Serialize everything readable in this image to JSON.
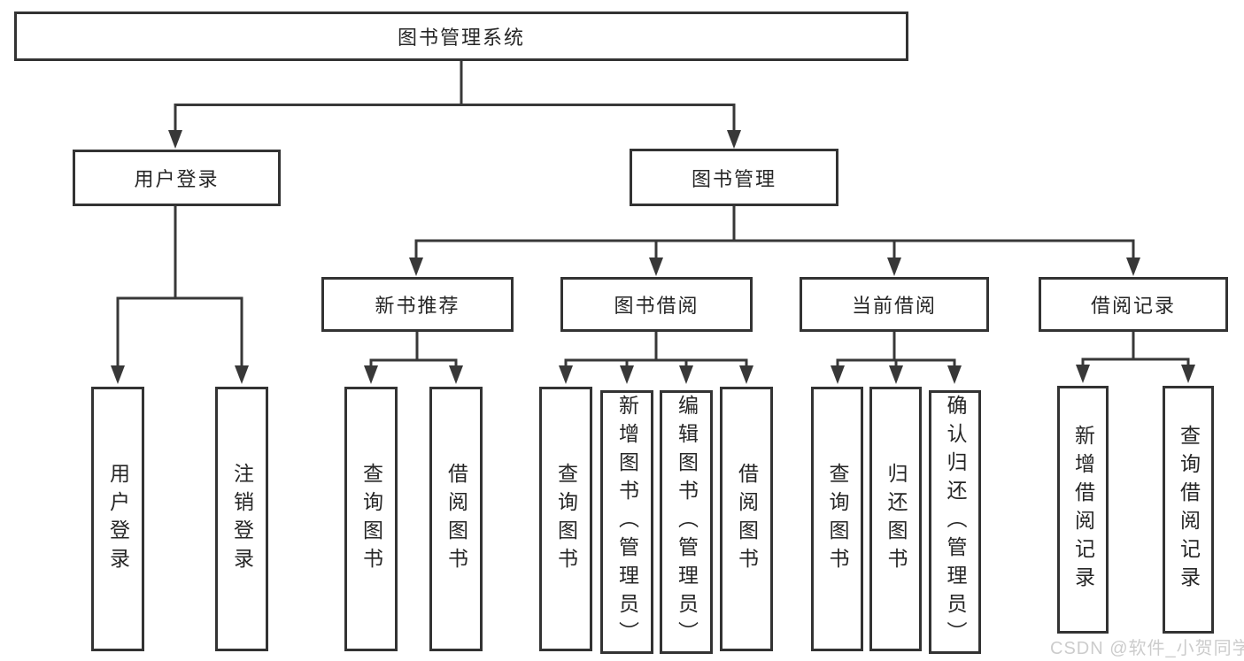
{
  "nodes": {
    "root": "图书管理系统",
    "user_login_branch": "用户登录",
    "book_management_branch": "图书管理",
    "new_book_recommend": "新书推荐",
    "book_borrowing": "图书借阅",
    "current_borrowing": "当前借阅",
    "borrowing_records": "借阅记录",
    "leaf_user_login": "用户登录",
    "leaf_logout": "注销登录",
    "leaf_query_books_1": "查询图书",
    "leaf_borrow_books_1": "借阅图书",
    "leaf_query_books_2": "查询图书",
    "leaf_add_books_admin": "新增图书（管理员）",
    "leaf_edit_books_admin": "编辑图书（管理员）",
    "leaf_borrow_books_2": "借阅图书",
    "leaf_query_books_3": "查询图书",
    "leaf_return_books": "归还图书",
    "leaf_confirm_return_admin": "确认归还（管理员）",
    "leaf_add_borrow_record": "新增借阅记录",
    "leaf_query_borrow_record": "查询借阅记录"
  },
  "watermark": "CSDN @软件_小贺同学",
  "colors": {
    "line": "#383838",
    "box_border": "#333333",
    "text": "#262626",
    "background": "#ffffff",
    "watermark": "#c9c9c9"
  }
}
